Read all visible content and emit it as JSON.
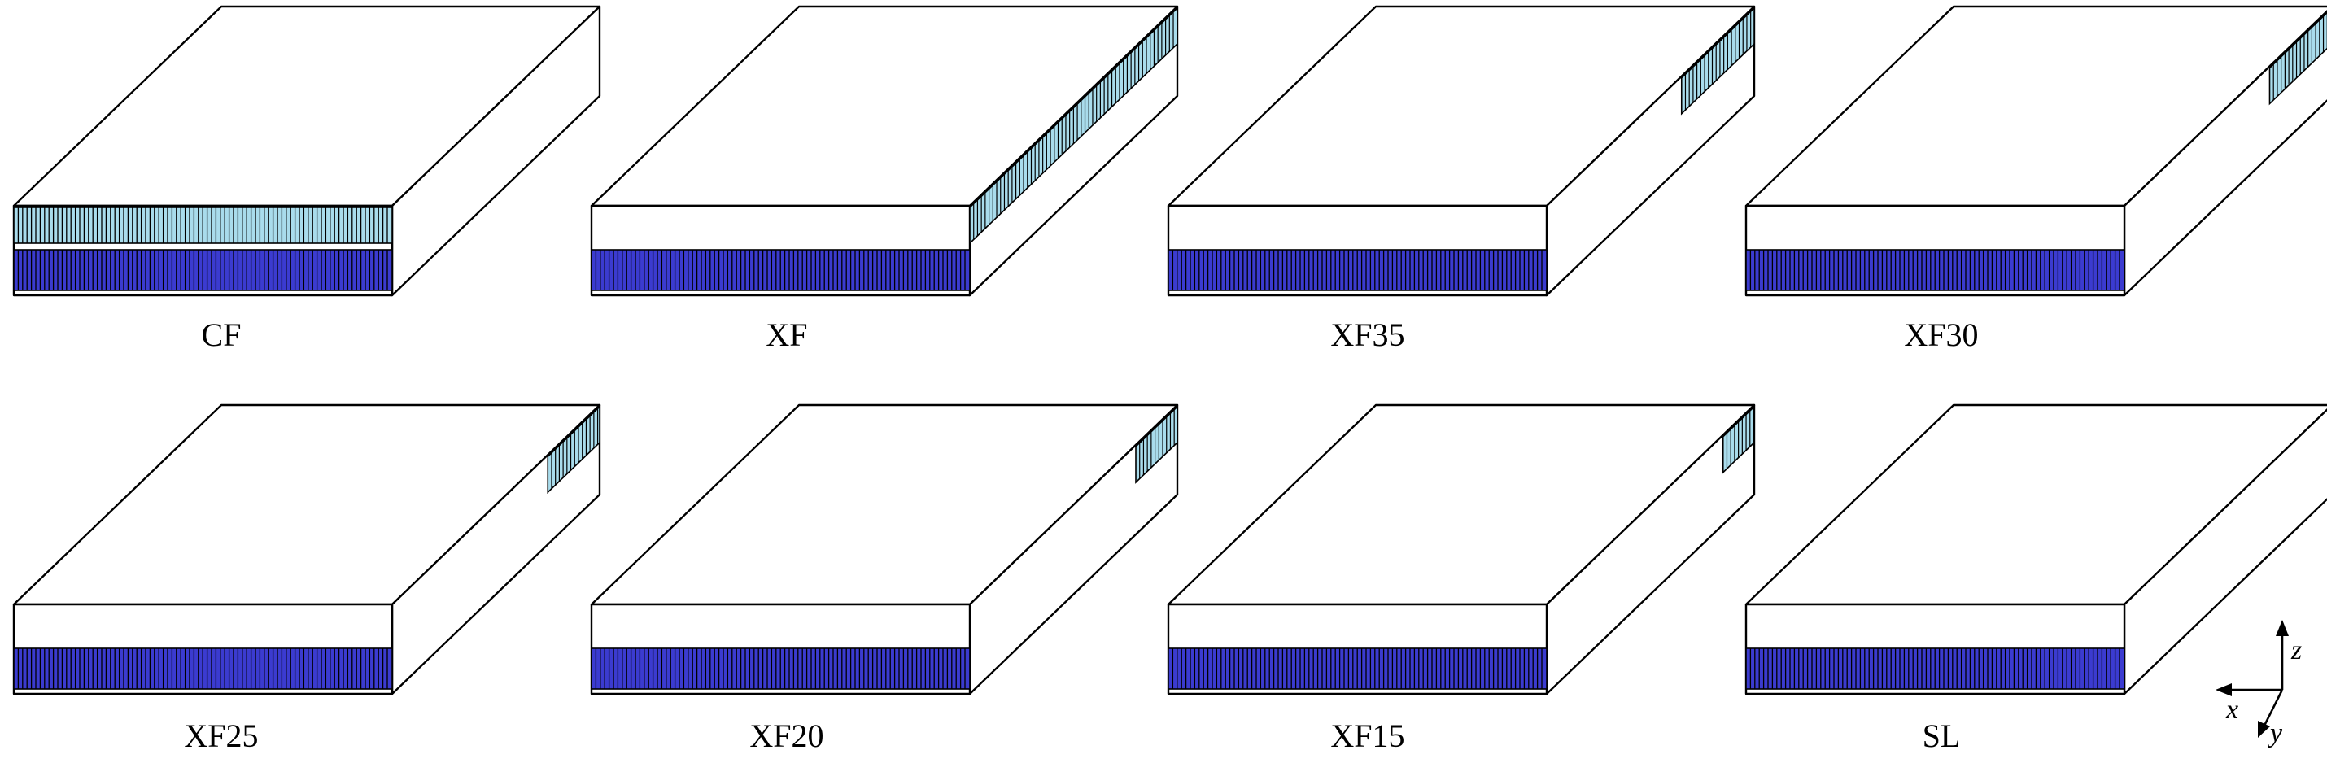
{
  "panels": [
    {
      "label": "CF",
      "fiber_layout": "full-cross",
      "inplane_band": true,
      "side_strip": null
    },
    {
      "label": "XF",
      "fiber_layout": "cross-edge",
      "inplane_band": true,
      "side_strip": 1.0
    },
    {
      "label": "XF35",
      "fiber_layout": "cross-edge",
      "inplane_band": true,
      "side_strip": 0.35
    },
    {
      "label": "XF30",
      "fiber_layout": "cross-edge",
      "inplane_band": true,
      "side_strip": 0.3
    },
    {
      "label": "XF25",
      "fiber_layout": "cross-edge",
      "inplane_band": true,
      "side_strip": 0.25
    },
    {
      "label": "XF20",
      "fiber_layout": "cross-edge",
      "inplane_band": true,
      "side_strip": 0.2
    },
    {
      "label": "XF15",
      "fiber_layout": "cross-edge",
      "inplane_band": true,
      "side_strip": 0.15
    },
    {
      "label": "SL",
      "fiber_layout": "none",
      "inplane_band": true,
      "side_strip": null
    }
  ],
  "axes": {
    "x": "x",
    "y": "y",
    "z": "z"
  },
  "colors": {
    "inplane_fill": "#3b3bd0",
    "cross_fill": "#a9dcec",
    "outline": "#000000",
    "background": "#ffffff"
  }
}
